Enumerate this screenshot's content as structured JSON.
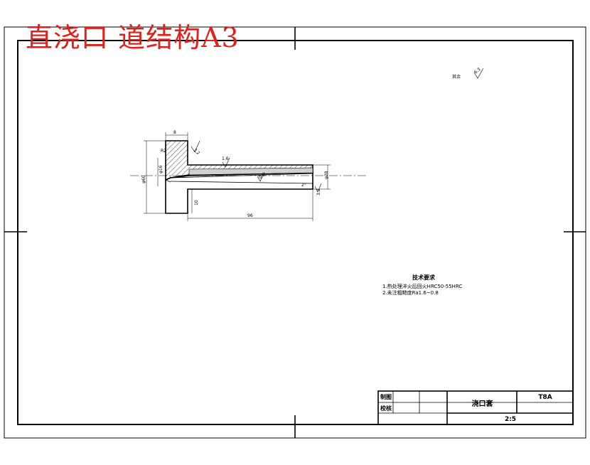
{
  "overlay_title": "直浇口 道结构A3",
  "roughness_note": {
    "prefix": "其余",
    "symbol_value": "6.3"
  },
  "technical_requirements": {
    "heading": "技术要求",
    "items": [
      "1.热处理淬火后回火HRC50-55HRC",
      "2.未注粗糙度Ra1.6~0.8"
    ]
  },
  "title_block": {
    "drawn_label": "制图",
    "checked_label": "校核",
    "part_name": "浇口套",
    "material": "T8A",
    "scale": "2:5"
  },
  "dimensions": {
    "top_flange": "8",
    "left_height": "φ60",
    "hole_dia": "φ16",
    "right_dia": "φ28",
    "inner_gap": "10",
    "total_length": "96",
    "roughness_a": "3.2",
    "roughness_b": "1.6",
    "roughness_c": "0.8",
    "roughness_d": "3.2",
    "sprue_angle": "2°",
    "chamfer": "R2"
  }
}
